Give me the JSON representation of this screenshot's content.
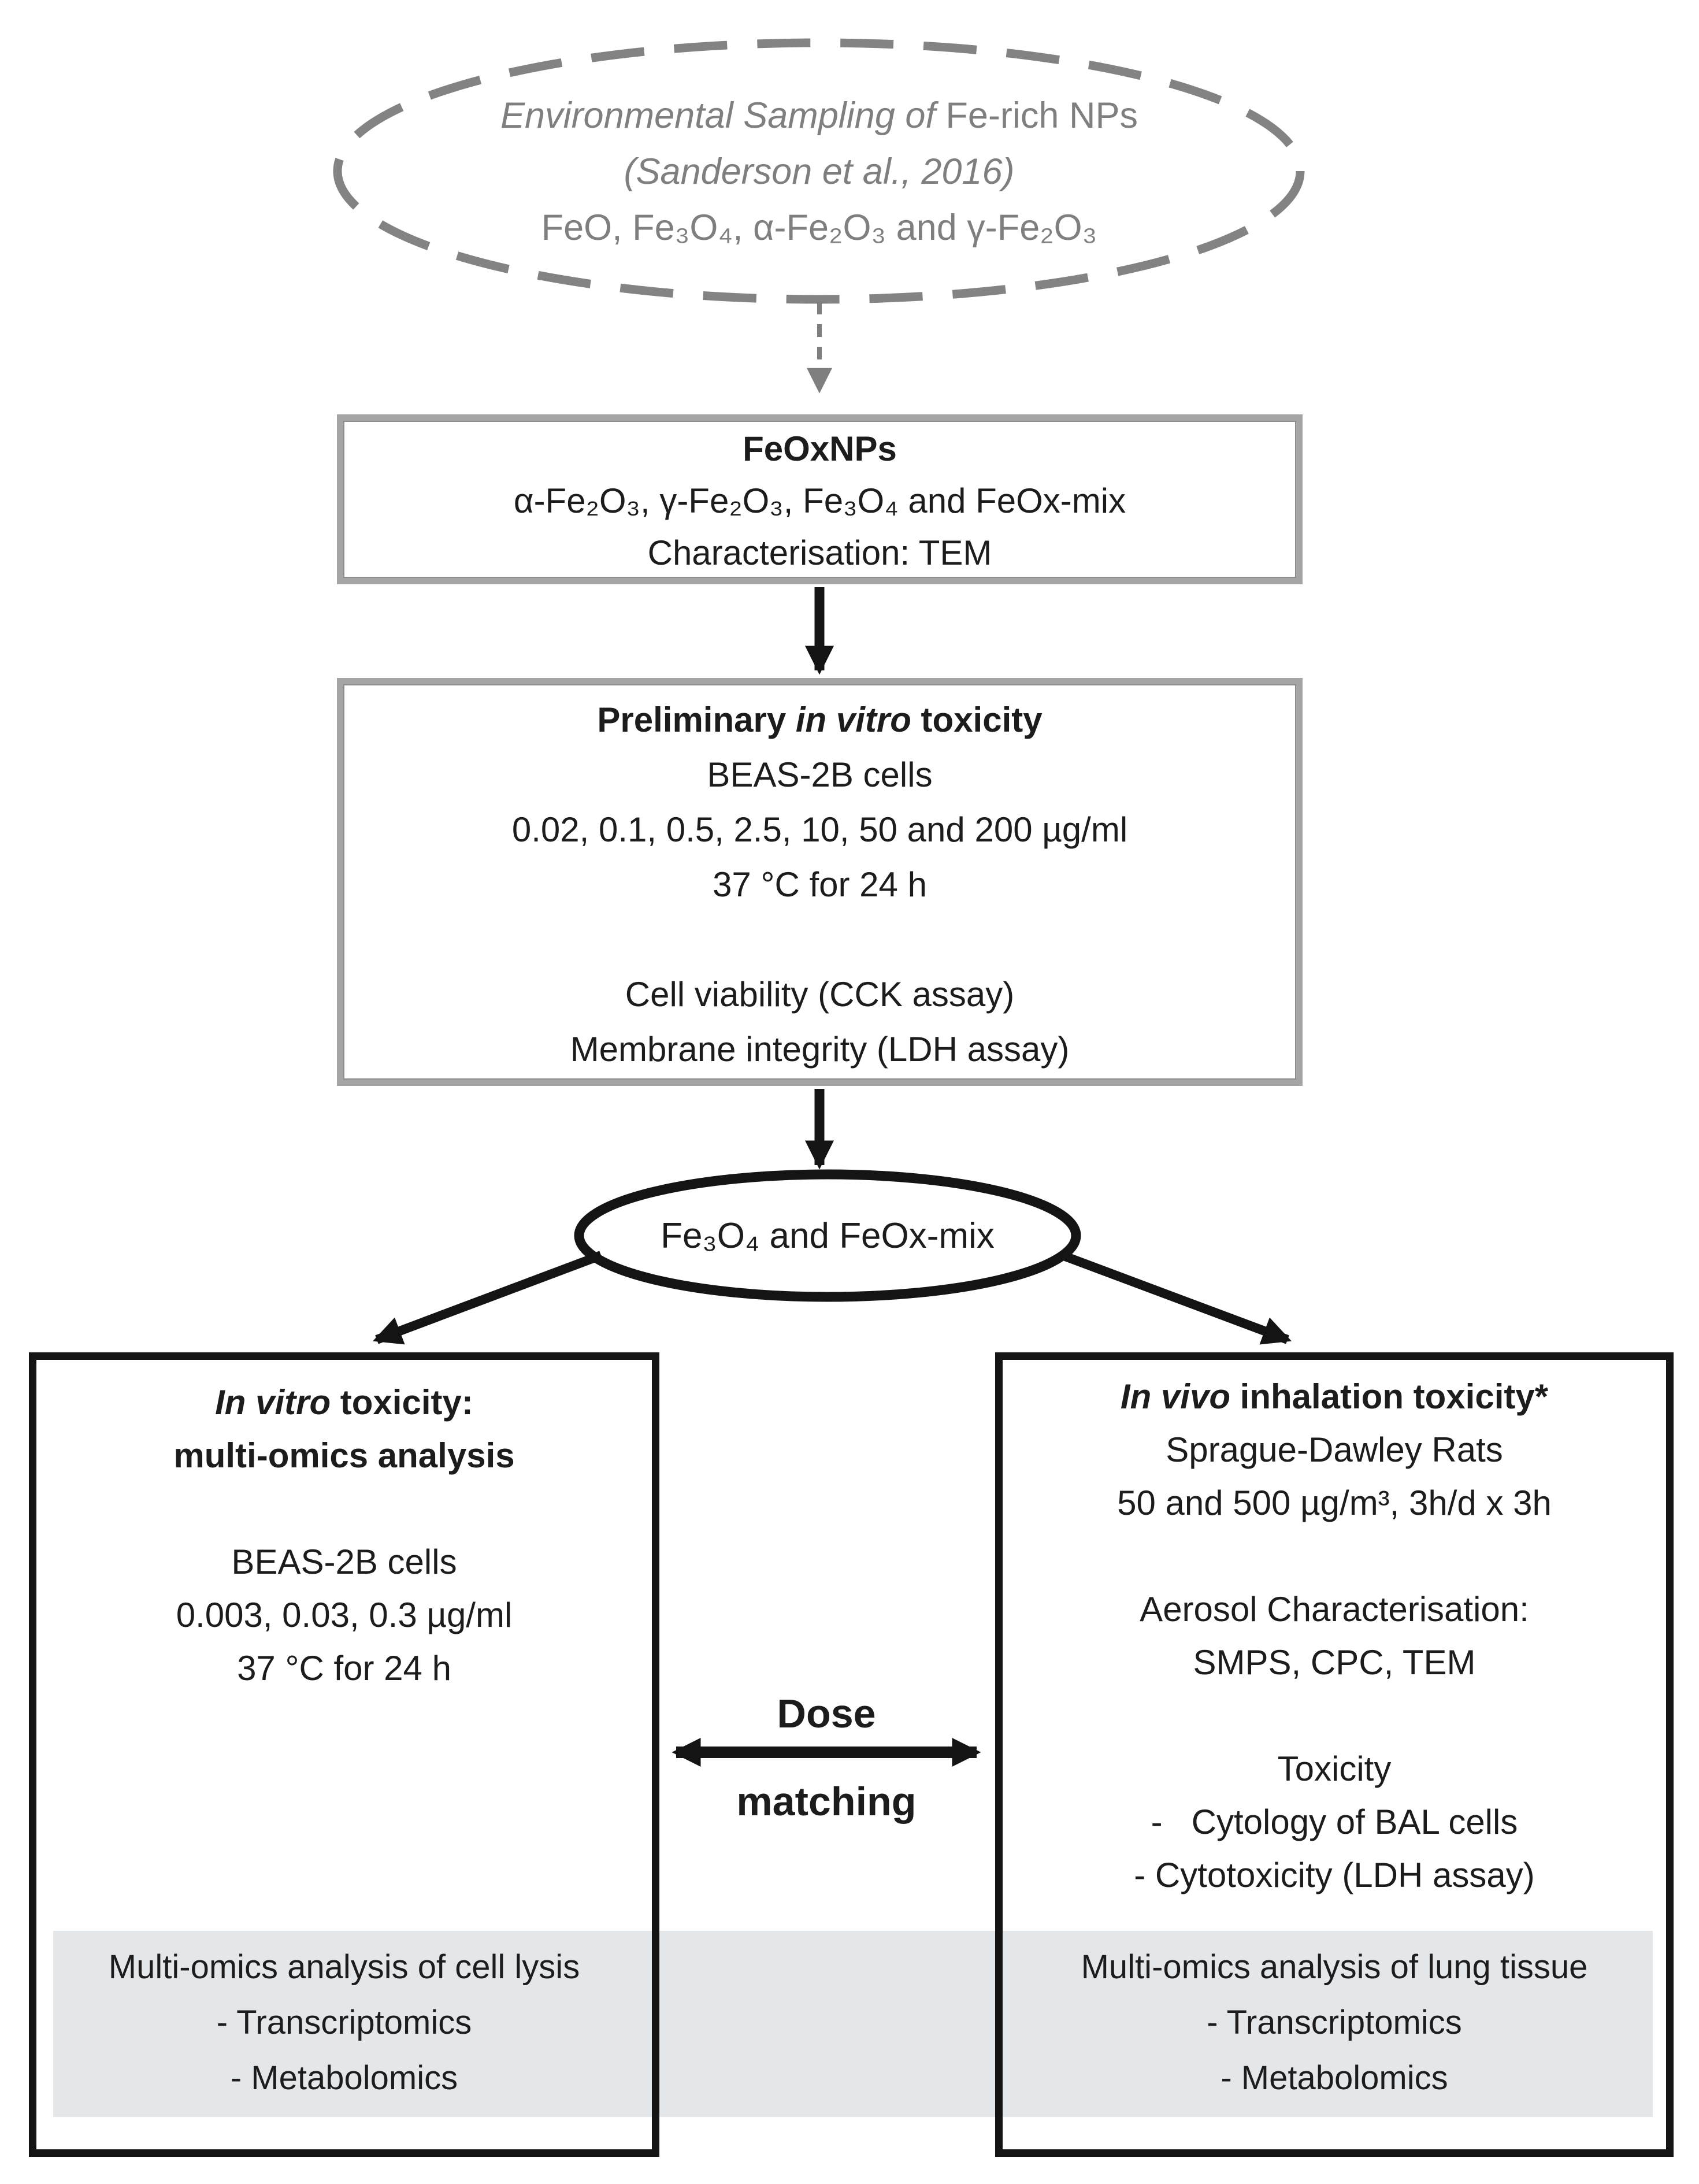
{
  "palette": {
    "text_black": "#1c1c1c",
    "text_gray": "#7f7f7f",
    "frame_gray": "#a5a5a5",
    "line_black": "#141414",
    "panel_bg": "#e4e7ea"
  },
  "source_node": {
    "line1_italic": "Environmental Sampling of",
    "line1_rest": " Fe-rich NPs",
    "line2": "(Sanderson et al., 2016)",
    "line3": "FeO, Fe₃O₄, α-Fe₂O₃ and γ-Fe₂O₃"
  },
  "feox_box": {
    "title": "FeOxNPs",
    "variants": "α-Fe₂O₃, γ-Fe₂O₃, Fe₃O₄ and FeOx-mix",
    "characterisation": "Characterisation: TEM"
  },
  "prelim_box": {
    "title_pre": "Preliminary ",
    "title_italic": "in vitro",
    "title_post": " toxicity",
    "cells": "BEAS-2B cells",
    "doses": "0.02, 0.1, 0.5, 2.5, 10, 50 and 200 µg/ml",
    "conditions": "37 °C for 24 h",
    "assay1": "Cell viability (CCK assay)",
    "assay2": "Membrane integrity (LDH assay)"
  },
  "selection_node": {
    "label": "Fe₃O₄ and FeOx-mix"
  },
  "invitro_box": {
    "title_italic": "In vitro",
    "title_post": " toxicity:",
    "title_line2": "multi-omics analysis",
    "cells": "BEAS-2B cells",
    "doses": "0.003, 0.03, 0.3 µg/ml",
    "conditions": "37 °C for 24 h",
    "panel": {
      "title": "Multi-omics analysis of cell lysis",
      "item1": "- Transcriptomics",
      "item2": "- Metabolomics"
    }
  },
  "dose_matching": {
    "line1": "Dose",
    "line2": "matching"
  },
  "invivo_box": {
    "title_italic": "In vivo",
    "title_post": " inhalation toxicity*",
    "animals": "Sprague-Dawley Rats",
    "doses": "50 and 500 µg/m³, 3h/d x 3h",
    "aerosol_title": "Aerosol Characterisation:",
    "aerosol_methods": "SMPS, CPC, TEM",
    "tox_title": "Toxicity",
    "tox_item1": "-   Cytology of BAL cells",
    "tox_item2": "- Cytotoxicity (LDH assay)",
    "panel": {
      "title": "Multi-omics analysis of lung tissue",
      "item1": "- Transcriptomics",
      "item2": "- Metabolomics"
    }
  }
}
